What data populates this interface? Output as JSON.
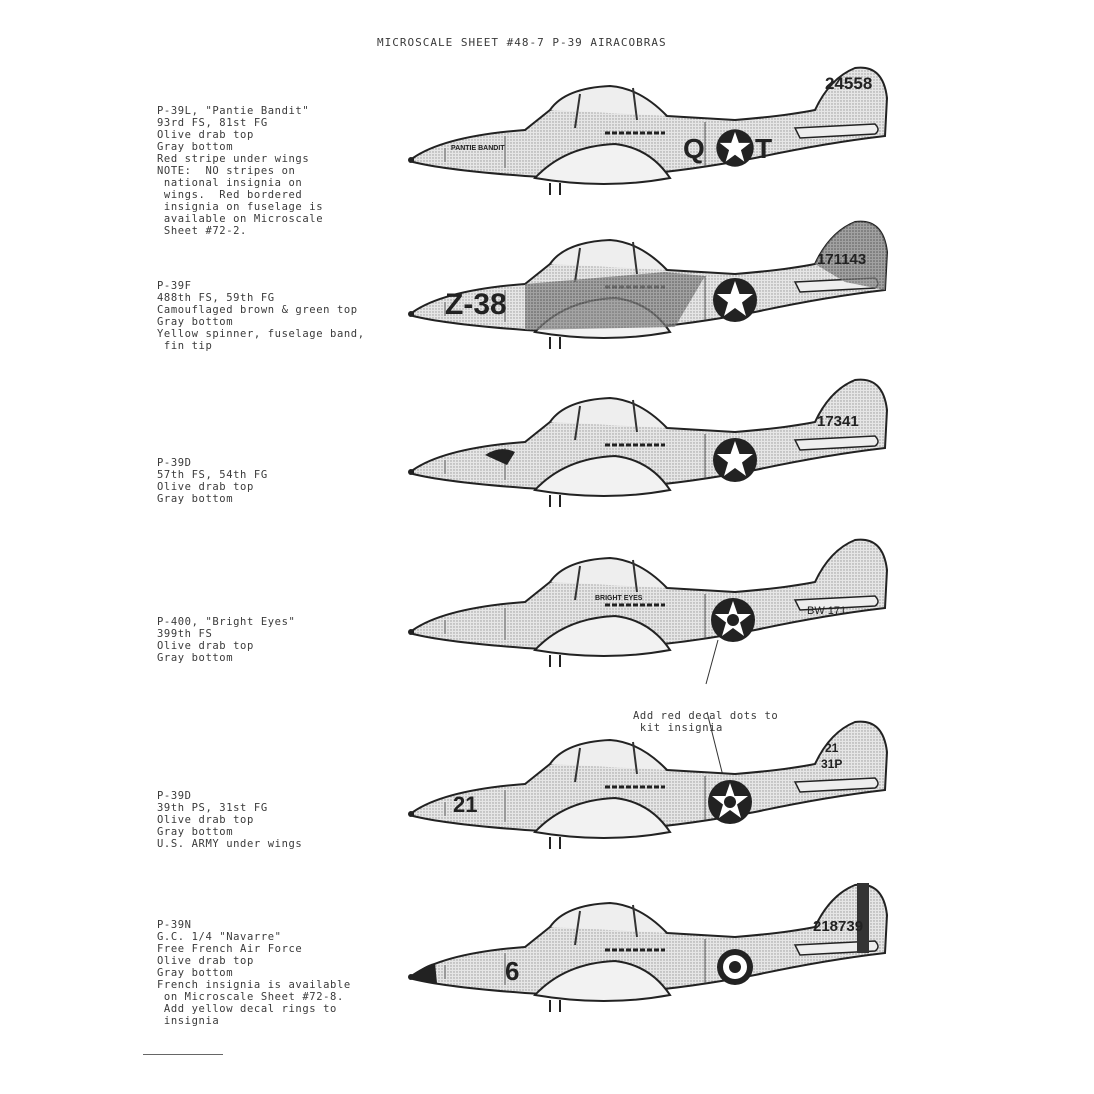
{
  "sheet_title": "MICROSCALE SHEET #48-7  P-39 AIRACOBRAS",
  "aircraft": [
    {
      "lines": [
        "P-39L, \"Pantie Bandit\"",
        "93rd FS, 81st FG",
        "Olive drab top",
        "Gray bottom",
        "Red stripe under wings",
        "NOTE:  NO stripes on",
        " national insignia on",
        " wings.  Red bordered",
        " insignia on fuselage is",
        " available on Microscale",
        " Sheet #72-2."
      ],
      "markings": {
        "serial": "24558",
        "code_left": "Q",
        "code_right": "T",
        "nose_art": "PANTIE BANDIT"
      }
    },
    {
      "lines": [
        "P-39F",
        "488th FS, 59th FG",
        "Camouflaged brown & green top",
        "Gray bottom",
        "Yellow spinner, fuselage band,",
        " fin tip"
      ],
      "markings": {
        "serial": "171143",
        "code": "Z-38"
      }
    },
    {
      "lines": [
        "P-39D",
        "57th FS, 54th FG",
        "Olive drab top",
        "Gray bottom"
      ],
      "markings": {
        "serial": "17341"
      }
    },
    {
      "lines": [
        "P-400, \"Bright Eyes\"",
        "399th FS",
        "Olive drab top",
        "Gray bottom"
      ],
      "markings": {
        "serial": "BW 171",
        "nose_art": "BRIGHT EYES"
      }
    },
    {
      "lines": [
        "P-39D",
        "39th PS, 31st FG",
        "Olive drab top",
        "Gray bottom",
        "U.S. ARMY under wings"
      ],
      "markings": {
        "fin_code_top": "21",
        "fin_code_bottom": "31P",
        "code": "21"
      }
    },
    {
      "lines": [
        "P-39N",
        "G.C. 1/4 \"Navarre\"",
        "Free French Air Force",
        "Olive drab top",
        "Gray bottom",
        "French insignia is available",
        " on Microscale Sheet #72-8.",
        " Add yellow decal rings to",
        " insignia"
      ],
      "markings": {
        "serial": "218739",
        "code": "6"
      }
    }
  ],
  "callout": {
    "lines": [
      "Add red decal dots to",
      " kit insignia"
    ]
  },
  "colors": {
    "ink": "#222222",
    "paper": "#ffffff",
    "shade": "#c8c8c8"
  }
}
